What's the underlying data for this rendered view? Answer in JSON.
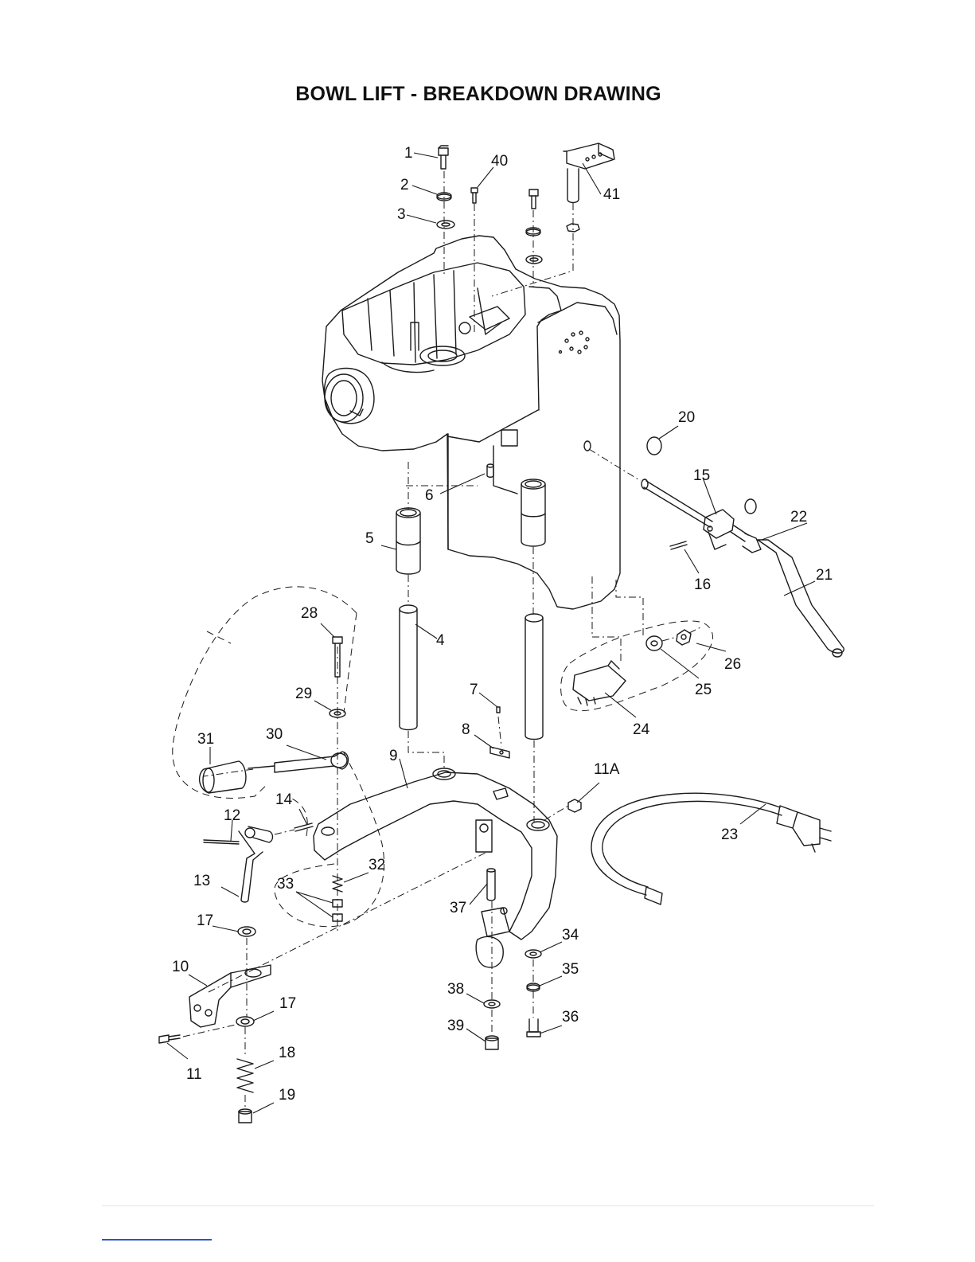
{
  "page": {
    "title": "BOWL LIFT - BREAKDOWN DRAWING"
  },
  "callouts": [
    "1",
    "2",
    "3",
    "4",
    "5",
    "6",
    "7",
    "8",
    "9",
    "10",
    "11",
    "11A",
    "12",
    "13",
    "14",
    "15",
    "16",
    "17",
    "17",
    "18",
    "19",
    "20",
    "21",
    "22",
    "23",
    "24",
    "25",
    "26",
    "28",
    "29",
    "30",
    "31",
    "32",
    "33",
    "34",
    "35",
    "36",
    "37",
    "38",
    "39",
    "40",
    "41"
  ],
  "colors": {
    "line": "#1a1a1a",
    "footer_link": "#2b55c8",
    "footer_rule": "#e3e3e3"
  }
}
